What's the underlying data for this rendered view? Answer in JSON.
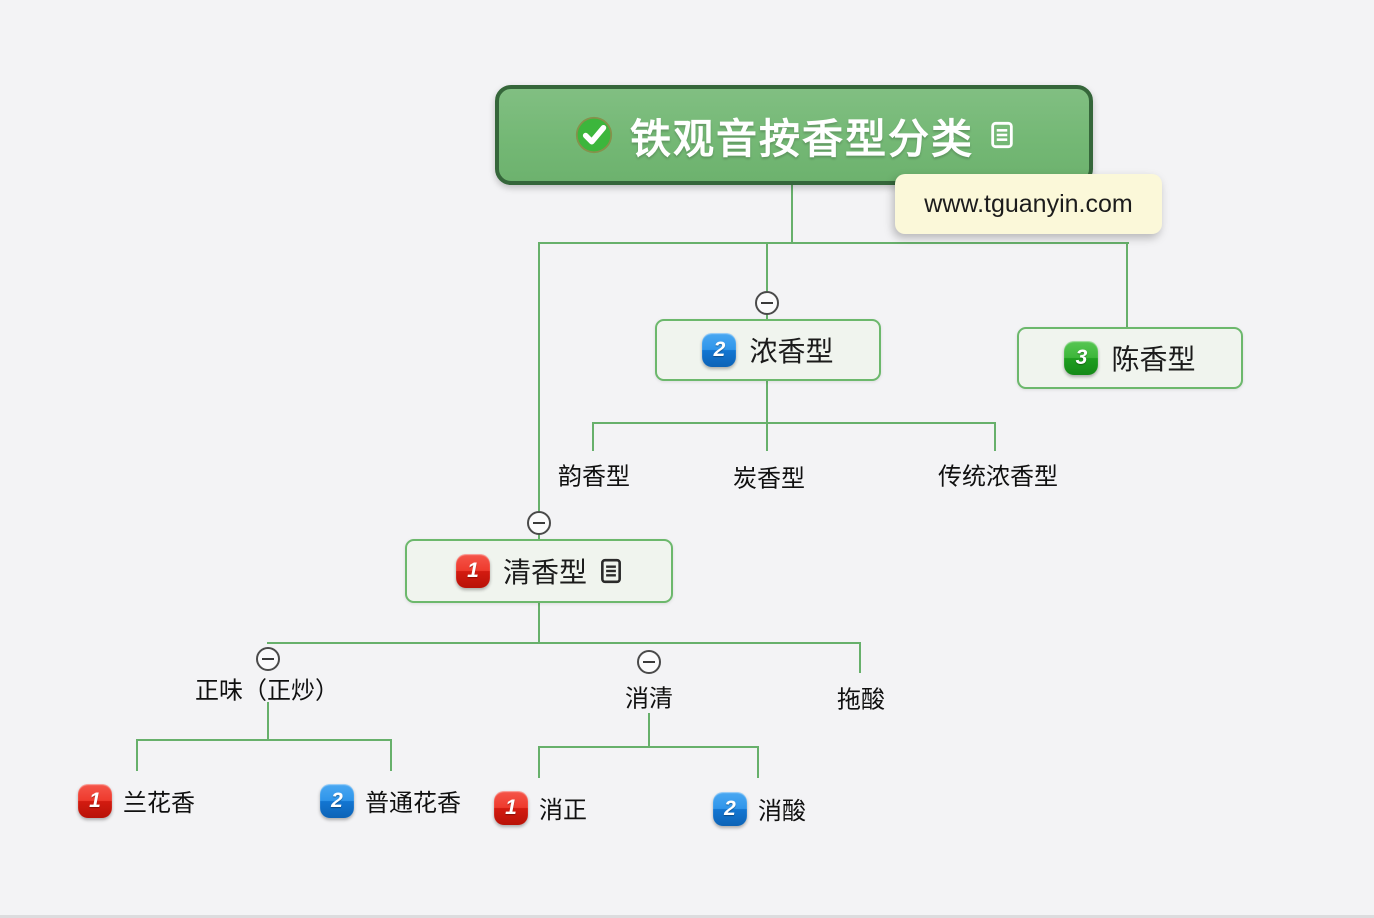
{
  "mindmap": {
    "root": {
      "label": "铁观音按香型分类",
      "icons": [
        "check-circle-icon",
        "notes-icon"
      ]
    },
    "children": [
      {
        "badge": "1",
        "badge_color": "red",
        "label": "清香型",
        "icons": [
          "notes-icon"
        ],
        "children": [
          {
            "label": "正味（正炒）",
            "children": [
              {
                "badge": "1",
                "badge_color": "red",
                "label": "兰花香"
              },
              {
                "badge": "2",
                "badge_color": "blue",
                "label": "普通花香"
              }
            ]
          },
          {
            "label": "消清",
            "children": [
              {
                "badge": "1",
                "badge_color": "red",
                "label": "消正"
              },
              {
                "badge": "2",
                "badge_color": "blue",
                "label": "消酸"
              }
            ]
          },
          {
            "label": "拖酸"
          }
        ]
      },
      {
        "badge": "2",
        "badge_color": "blue",
        "label": "浓香型",
        "children": [
          {
            "label": "韵香型"
          },
          {
            "label": "炭香型"
          },
          {
            "label": "传统浓香型"
          }
        ]
      },
      {
        "badge": "3",
        "badge_color": "green",
        "label": "陈香型"
      }
    ]
  },
  "tooltip": {
    "text": "www.tguanyin.com"
  },
  "colors": {
    "background": "#f3f3f5",
    "connector_green": "#67b06b",
    "root_fill": "#74b875",
    "root_border": "#35663a",
    "node_fill": "#f0f4ee",
    "node_border": "#6cb86c",
    "tooltip_bg": "#fbf8d9",
    "badge_red": "#e5342a",
    "badge_blue": "#2196f3",
    "badge_green": "#3cb53c"
  }
}
